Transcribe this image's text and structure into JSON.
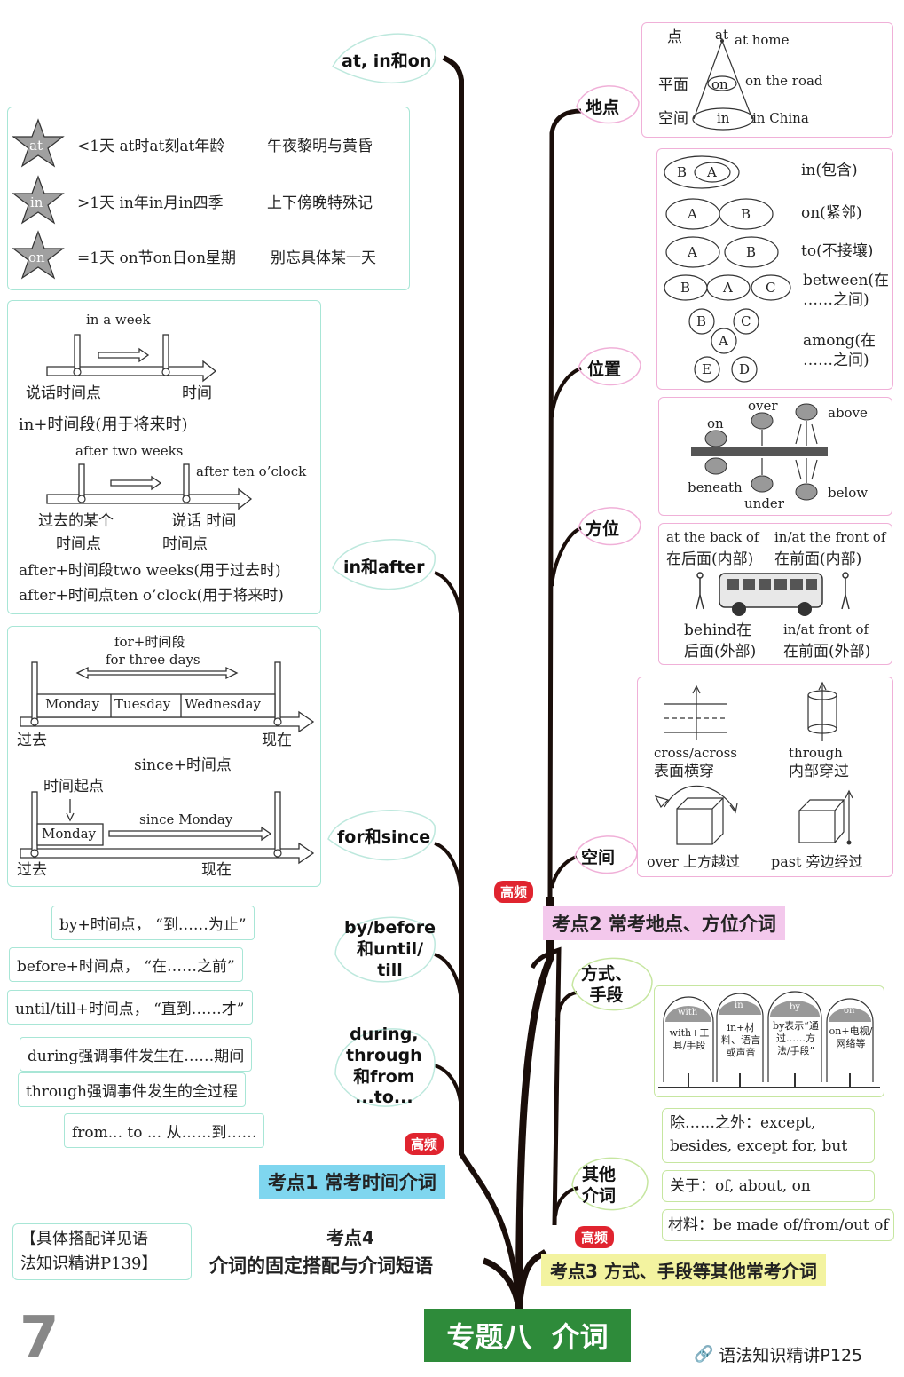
{
  "title": "专题八  介词",
  "footer_ref": "语法知识精讲P125",
  "page_number": "7",
  "colors": {
    "title_bg": "#2e8b3a",
    "hot": "#e0242f",
    "kd1": "#7fd6ef",
    "kd2": "#f3c8ec",
    "kd3": "#f3f3a0"
  },
  "hot_label": "高频",
  "kaodian1": {
    "title": "考点1  常考时间介词",
    "branches": {
      "at_in_on": "at, in和on",
      "in_after": "in和after",
      "for_since": "for和since",
      "by_before": [
        "by/before",
        "和until/",
        "till"
      ],
      "during": [
        "during,",
        "through",
        "和from",
        "...to..."
      ]
    },
    "stars": [
      {
        "word": "at",
        "rule": "<1天  at时at刻at年龄",
        "rhyme": "午夜黎明与黄昏"
      },
      {
        "word": "in",
        "rule": ">1天  in年in月in四季",
        "rhyme": "上下傍晚特殊记"
      },
      {
        "word": "on",
        "rule": "=1天  on节on日on星期",
        "rhyme": "别忘具体某一天"
      }
    ],
    "in_after": {
      "in_a_week": "in a week",
      "speak_point": "说话时间点",
      "time": "时间",
      "in_rule": "in+时间段(用于将来时)",
      "after_two_weeks": "after two weeks",
      "after_ten": "after ten o’clock",
      "past_point_1": "过去的某个",
      "past_point_2": "时间点",
      "speak_1": "说话  时间",
      "speak_2": "时间点",
      "after_rule_1": "after+时间段two weeks(用于过去时)",
      "after_rule_2": "after+时间点ten o’clock(用于将来时)"
    },
    "for_since": {
      "for_rule": "for+时间段",
      "for_three_days": "for three days",
      "days": [
        "Monday",
        "Tuesday",
        "Wednesday"
      ],
      "past": "过去",
      "now": "现在",
      "since_rule": "since+时间点",
      "start_point": "时间起点",
      "monday": "Monday",
      "since_monday": "since Monday"
    },
    "by_before": [
      "by+时间点，  “到……为止”",
      "before+时间点，  “在……之前”",
      "until/till+时间点，  “直到……才”"
    ],
    "during": [
      "during强调事件发生在……期间",
      "through强调事件发生的全过程",
      "from... to ... 从……到……"
    ]
  },
  "kaodian2": {
    "title": "考点2  常考地点、方位介词",
    "branches": {
      "place": "地点",
      "position": "位置",
      "direction": "方位",
      "space": "空间"
    },
    "place": {
      "dian": "点",
      "pingmian": "平面",
      "kongjian": "空间",
      "at": "at",
      "on": "on",
      "in": "in",
      "at_home": "at home",
      "on_the_road": "on the road",
      "in_china": "in China"
    },
    "position": {
      "B": "B",
      "A": "A",
      "C": "C",
      "D": "D",
      "E": "E",
      "in_label": "in(包含)",
      "on_label": "on(紧邻)",
      "to_label": "to(不接壤)",
      "between_1": "between(在",
      "between_2": "……之间)",
      "among_1": "among(在",
      "among_2": "……之间)"
    },
    "direction": {
      "over": "over",
      "above": "above",
      "on": "on",
      "beneath": "beneath",
      "under": "under",
      "below": "below",
      "back_of": "at the back of",
      "back_of_cn": "在后面(内部)",
      "front_of_in": "in/at the front of",
      "front_of_in_cn": "在前面(内部)",
      "behind": "behind在",
      "behind_cn": "后面(外部)",
      "front_of_out": "in/at front of",
      "front_of_out_cn": "在前面(外部)"
    },
    "space": {
      "cross": "cross/across",
      "cross_cn": "表面横穿",
      "through": "through",
      "through_cn": "内部穿过",
      "over": "over 上方越过",
      "past": "past 旁边经过"
    }
  },
  "kaodian3": {
    "title": "考点3 方式、手段等其他常考介词",
    "branches": {
      "way": [
        "方式、",
        "手段"
      ],
      "other": [
        "其他",
        "介词"
      ]
    },
    "way": [
      {
        "word": "with",
        "desc": "with+工具/手段"
      },
      {
        "word": "in",
        "desc": "in+材料、语言或声音"
      },
      {
        "word": "by",
        "desc": "by表示“通过……方法/手段”"
      },
      {
        "word": "on",
        "desc": "on+电视/网络等"
      }
    ],
    "other": {
      "except_1": "除……之外：except,",
      "except_2": "besides, except for, but",
      "about": "关于：of, about, on",
      "material": "材料：be made of/from/out of"
    }
  },
  "kaodian4": {
    "title_1": "考点4",
    "title_2": "介词的固定搭配与介词短语",
    "note_1": "【具体搭配详见语",
    "note_2": "法知识精讲P139】"
  }
}
